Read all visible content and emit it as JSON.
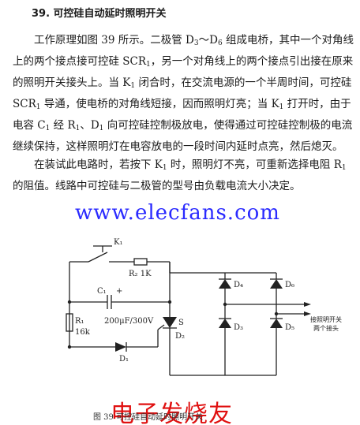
{
  "title": "39. 可控硅自动延时照明开关",
  "paragraphs": [
    [
      "工作原理如图 39 所示。二极管 D",
      "3",
      "～D",
      "6",
      " 组成电桥，其中一个对角线上的两个接点接可控硅 SCR",
      "1",
      "，另一个对角线上的两个接点引出接在原来的照明开关接头上。当 K",
      "1",
      " 闭合时，在交流电源的一个半周时间，可控硅 SCR",
      "1",
      " 导通，使电桥的对角线短接，因而照明灯亮；当 K",
      "1",
      " 打开时，由于电容 C",
      "1",
      " 经 R",
      "1",
      "、D",
      "1",
      " 向可控硅控制极放电，使得通过可控硅控制极的电流继续保持，这样照明灯在电容放电的一段时间内延时点亮，然后熄灭。"
    ],
    [
      "在装试此电路时，若按下 K",
      "1",
      " 时，照明灯不亮，可重新选择电阻 R",
      "1",
      " 的阻值。线路中可控硅与二极管的型号由负载电流大小决定。"
    ]
  ],
  "watermark": "www.elecfans.com",
  "circuit": {
    "k1": "K₁",
    "r2": "R₂ 1K",
    "c1": "C₁",
    "c1_plus": "+",
    "c1_value": "200μF/300V",
    "r1": "R₁",
    "r1_value": "16k",
    "d1": "D₁",
    "d2": "D₂",
    "scr": "S",
    "d3": "D₃",
    "d4": "D₄",
    "d5": "D₅",
    "d6": "D₆",
    "out_label_1": "接照明开关",
    "out_label_2": "两个接头"
  },
  "caption": "图 39  可控硅自动延时照明开关",
  "watermark_cn": "电子发烧友"
}
